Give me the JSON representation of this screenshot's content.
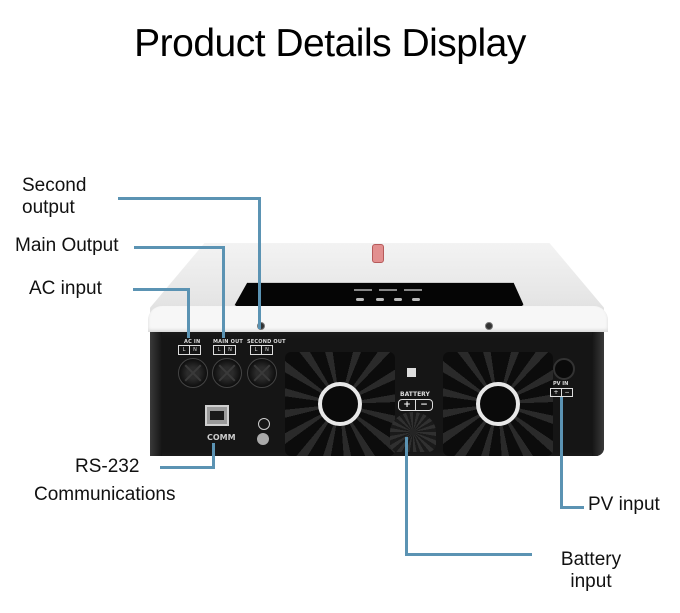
{
  "title": "Product Details Display",
  "callouts": {
    "second_output": {
      "line1": "Second",
      "line2": "output"
    },
    "main_output": "Main Output",
    "ac_input": "AC input",
    "rs232": {
      "line1": "RS-232",
      "line2": "Communications"
    },
    "pv_input": "PV input",
    "battery_input": {
      "line1": "Battery",
      "line2": "input"
    }
  },
  "device": {
    "terminals": [
      {
        "label": "AC IN",
        "pins": [
          "L",
          "N"
        ]
      },
      {
        "label": "MAIN OUT",
        "pins": [
          "L",
          "N"
        ]
      },
      {
        "label": "SECOND OUT",
        "pins": [
          "L",
          "N"
        ]
      }
    ],
    "comm_label": "COMM",
    "battery": {
      "label": "BATTERY",
      "pos": "+",
      "neg": "−"
    },
    "pv": {
      "label": "PV IN",
      "pos": "+",
      "neg": "−"
    }
  },
  "colors": {
    "callout_line": "#5b93b3",
    "panel": "#151515",
    "shell": "#eeeeee",
    "power_button": "#e28f8f"
  }
}
